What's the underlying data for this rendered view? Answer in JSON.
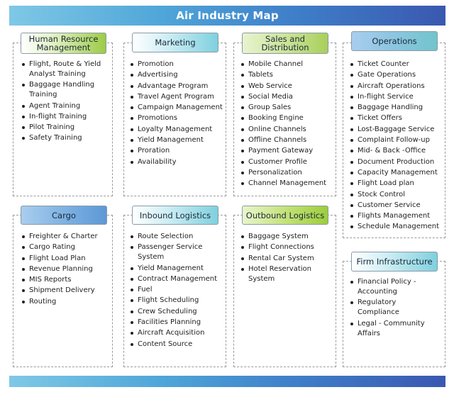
{
  "title": "Air Industry Map",
  "sections": {
    "hr": {
      "title": "Human Resource Management",
      "items": [
        "Flight, Route & Yield Analyst Training",
        "Baggage Handling Training",
        "Agent  Training",
        "In-flight Training",
        "Pilot Training",
        "Safety Training"
      ]
    },
    "marketing": {
      "title": "Marketing",
      "items": [
        "Promotion",
        "Advertising",
        "Advantage Program",
        "Travel Agent Program",
        "Campaign Management",
        "Promotions",
        "Loyalty Management",
        "Yield Management",
        "Proration",
        "Availability"
      ]
    },
    "sales": {
      "title": "Sales and Distribution",
      "items": [
        "Mobile Channel",
        "Tablets",
        "Web Service",
        "Social Media",
        "Group Sales",
        "Booking Engine",
        "Online Channels",
        "Offline Channels",
        "Payment Gateway",
        "Customer Profile",
        "Personalization",
        "Channel Management"
      ]
    },
    "operations": {
      "title": "Operations",
      "items": [
        "Ticket Counter",
        "Gate Operations",
        "Aircraft Operations",
        "In-flight Service",
        "Baggage Handling",
        "Ticket Offers",
        "Lost-Baggage Service",
        "Complaint Follow-up",
        "Mid- & Back -Office",
        "Document Production",
        "Capacity Management",
        "Flight Load plan",
        "Stock Control",
        "Customer Service",
        "Flights Management",
        "Schedule Management"
      ]
    },
    "cargo": {
      "title": "Cargo",
      "items": [
        "Freighter & Charter",
        "Cargo Rating",
        "Flight Load Plan",
        "Revenue Planning",
        "MIS Reports",
        "Shipment Delivery",
        "Routing"
      ]
    },
    "inbound": {
      "title": "Inbound Logistics",
      "items": [
        "Route Selection",
        "Passenger Service System",
        "Yield Management",
        "Contract Management",
        "Fuel",
        "Flight Scheduling",
        "Crew Scheduling",
        "Facilities Planning",
        "Aircraft Acquisition",
        "Content Source"
      ]
    },
    "outbound": {
      "title": "Outbound Logistics",
      "items": [
        "Baggage System",
        "Flight Connections",
        "Rental Car System",
        "Hotel Reservation System"
      ]
    },
    "infrastructure": {
      "title": "Firm Infrastructure",
      "items": [
        "Financial Policy - Accounting",
        "Regulatory Compliance",
        "Legal - Community Affairs"
      ]
    }
  }
}
